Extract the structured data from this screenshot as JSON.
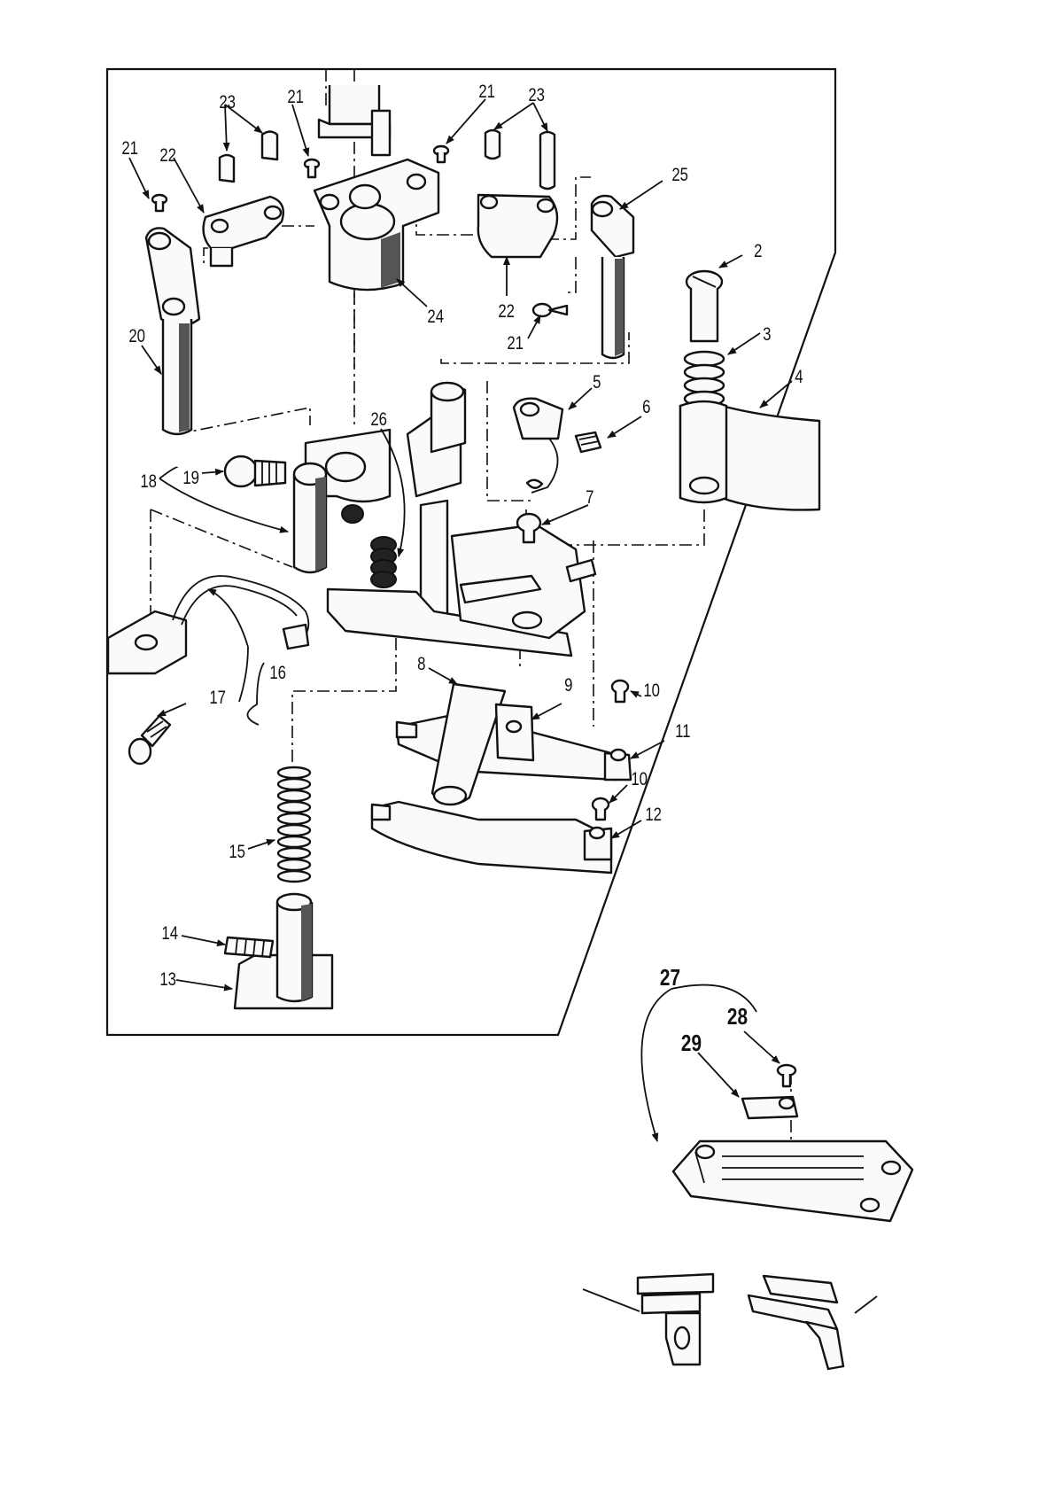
{
  "callouts": {
    "c2": "2",
    "c3": "3",
    "c4": "4",
    "c5": "5",
    "c6": "6",
    "c7": "7",
    "c8": "8",
    "c9": "9",
    "c10a": "10",
    "c10b": "10",
    "c11": "11",
    "c12": "12",
    "c13": "13",
    "c14": "14",
    "c15": "15",
    "c16": "16",
    "c17": "17",
    "c18": "18",
    "c19": "19",
    "c20": "20",
    "c21a": "21",
    "c21b": "21",
    "c21c": "21",
    "c21d": "21",
    "c22a": "22",
    "c22b": "22",
    "c23a": "23",
    "c23b": "23",
    "c24": "24",
    "c25": "25",
    "c26": "26",
    "c27": "27",
    "c28": "28",
    "c29": "29"
  }
}
